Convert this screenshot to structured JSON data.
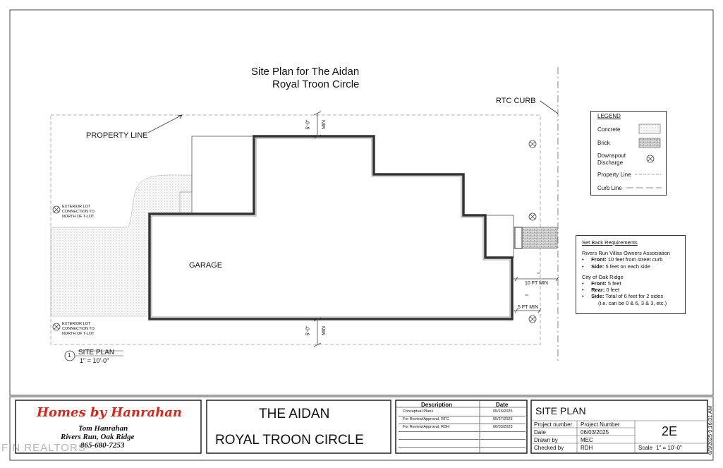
{
  "title": {
    "line1": "Site Plan for The Aidan",
    "line2": "Royal Troon Circle"
  },
  "labels": {
    "rtc_curb": "RTC CURB",
    "property_line": "PROPERTY LINE",
    "garage": "GARAGE",
    "min_top": "5'-0\"",
    "min_top_word": "MIN",
    "min_bottom": "5'-0\"",
    "min_bottom_word": "MIN",
    "ten_ft_min": "10 FT MIN",
    "five_ft_min": "5 FT MIN",
    "ext_top": [
      "EXTERIOR LOT",
      "CONNECTION TO",
      "NORTH OF T-LOT"
    ],
    "ext_bottom": [
      "EXTERIOR LOT",
      "CONNECTION TO",
      "NORTH OF T-LOT"
    ]
  },
  "site_plan_tag": {
    "number": "1",
    "label": "SITE PLAN",
    "scale": "1\" = 10'-0\""
  },
  "legend": {
    "heading": "LEGEND",
    "items": [
      "Concrete",
      "Brick",
      "Downspout",
      "Discharge",
      "Property Line",
      "Curb Line"
    ]
  },
  "setback": {
    "heading": "Set Back Requirements",
    "hoa": "Rivers Run Villas Owners Association",
    "hoa_front_label": "Front:",
    "hoa_front": "10 feet from street curb",
    "hoa_side_label": "Side:",
    "hoa_side": "5 feet on each side",
    "city": "City of Oak Ridge",
    "city_front_label": "Front:",
    "city_front": "5 feet",
    "city_rear_label": "Rear:",
    "city_rear": "0 feet",
    "city_side_label": "Side:",
    "city_side": "Total of 6 feet for 2 sides",
    "city_side_note": "(i.e. can be 0 & 6, 3 & 3, etc.)",
    "bullet": "•"
  },
  "title_block": {
    "brand": "Homes by Hanrahan",
    "person": "Tom Hanrahan",
    "location": "Rivers Run, Oak Ridge",
    "phone": "865-680-7253",
    "project_line1": "THE AIDAN",
    "project_line2": "ROYAL TROON CIRCLE",
    "desc_header": "Description",
    "date_header": "Date",
    "revisions": [
      {
        "desc": "Conceptual Plans",
        "date": "05/16/2025"
      },
      {
        "desc": "For Review/Approval, RTC",
        "date": "05/27/2025"
      },
      {
        "desc": "For Review/Approval, RDH",
        "date": "06/03/2025"
      }
    ],
    "sheet_title": "SITE PLAN",
    "project_number_label": "Project number",
    "project_number": "Project Number",
    "date_label": "Date",
    "date": "06/03/2025",
    "drawn_by_label": "Drawn by",
    "drawn_by": "MEC",
    "checked_by_label": "Checked by",
    "checked_by": "RDH",
    "sheet_number": "2E",
    "scale_label": "Scale",
    "scale": "1\" = 10'-0\"",
    "timestamp": "6/3/2025 9:16:31 AM"
  },
  "watermark": "FIN REALTORS",
  "colors": {
    "brand_red": "#d9261c",
    "line": "#333333"
  }
}
